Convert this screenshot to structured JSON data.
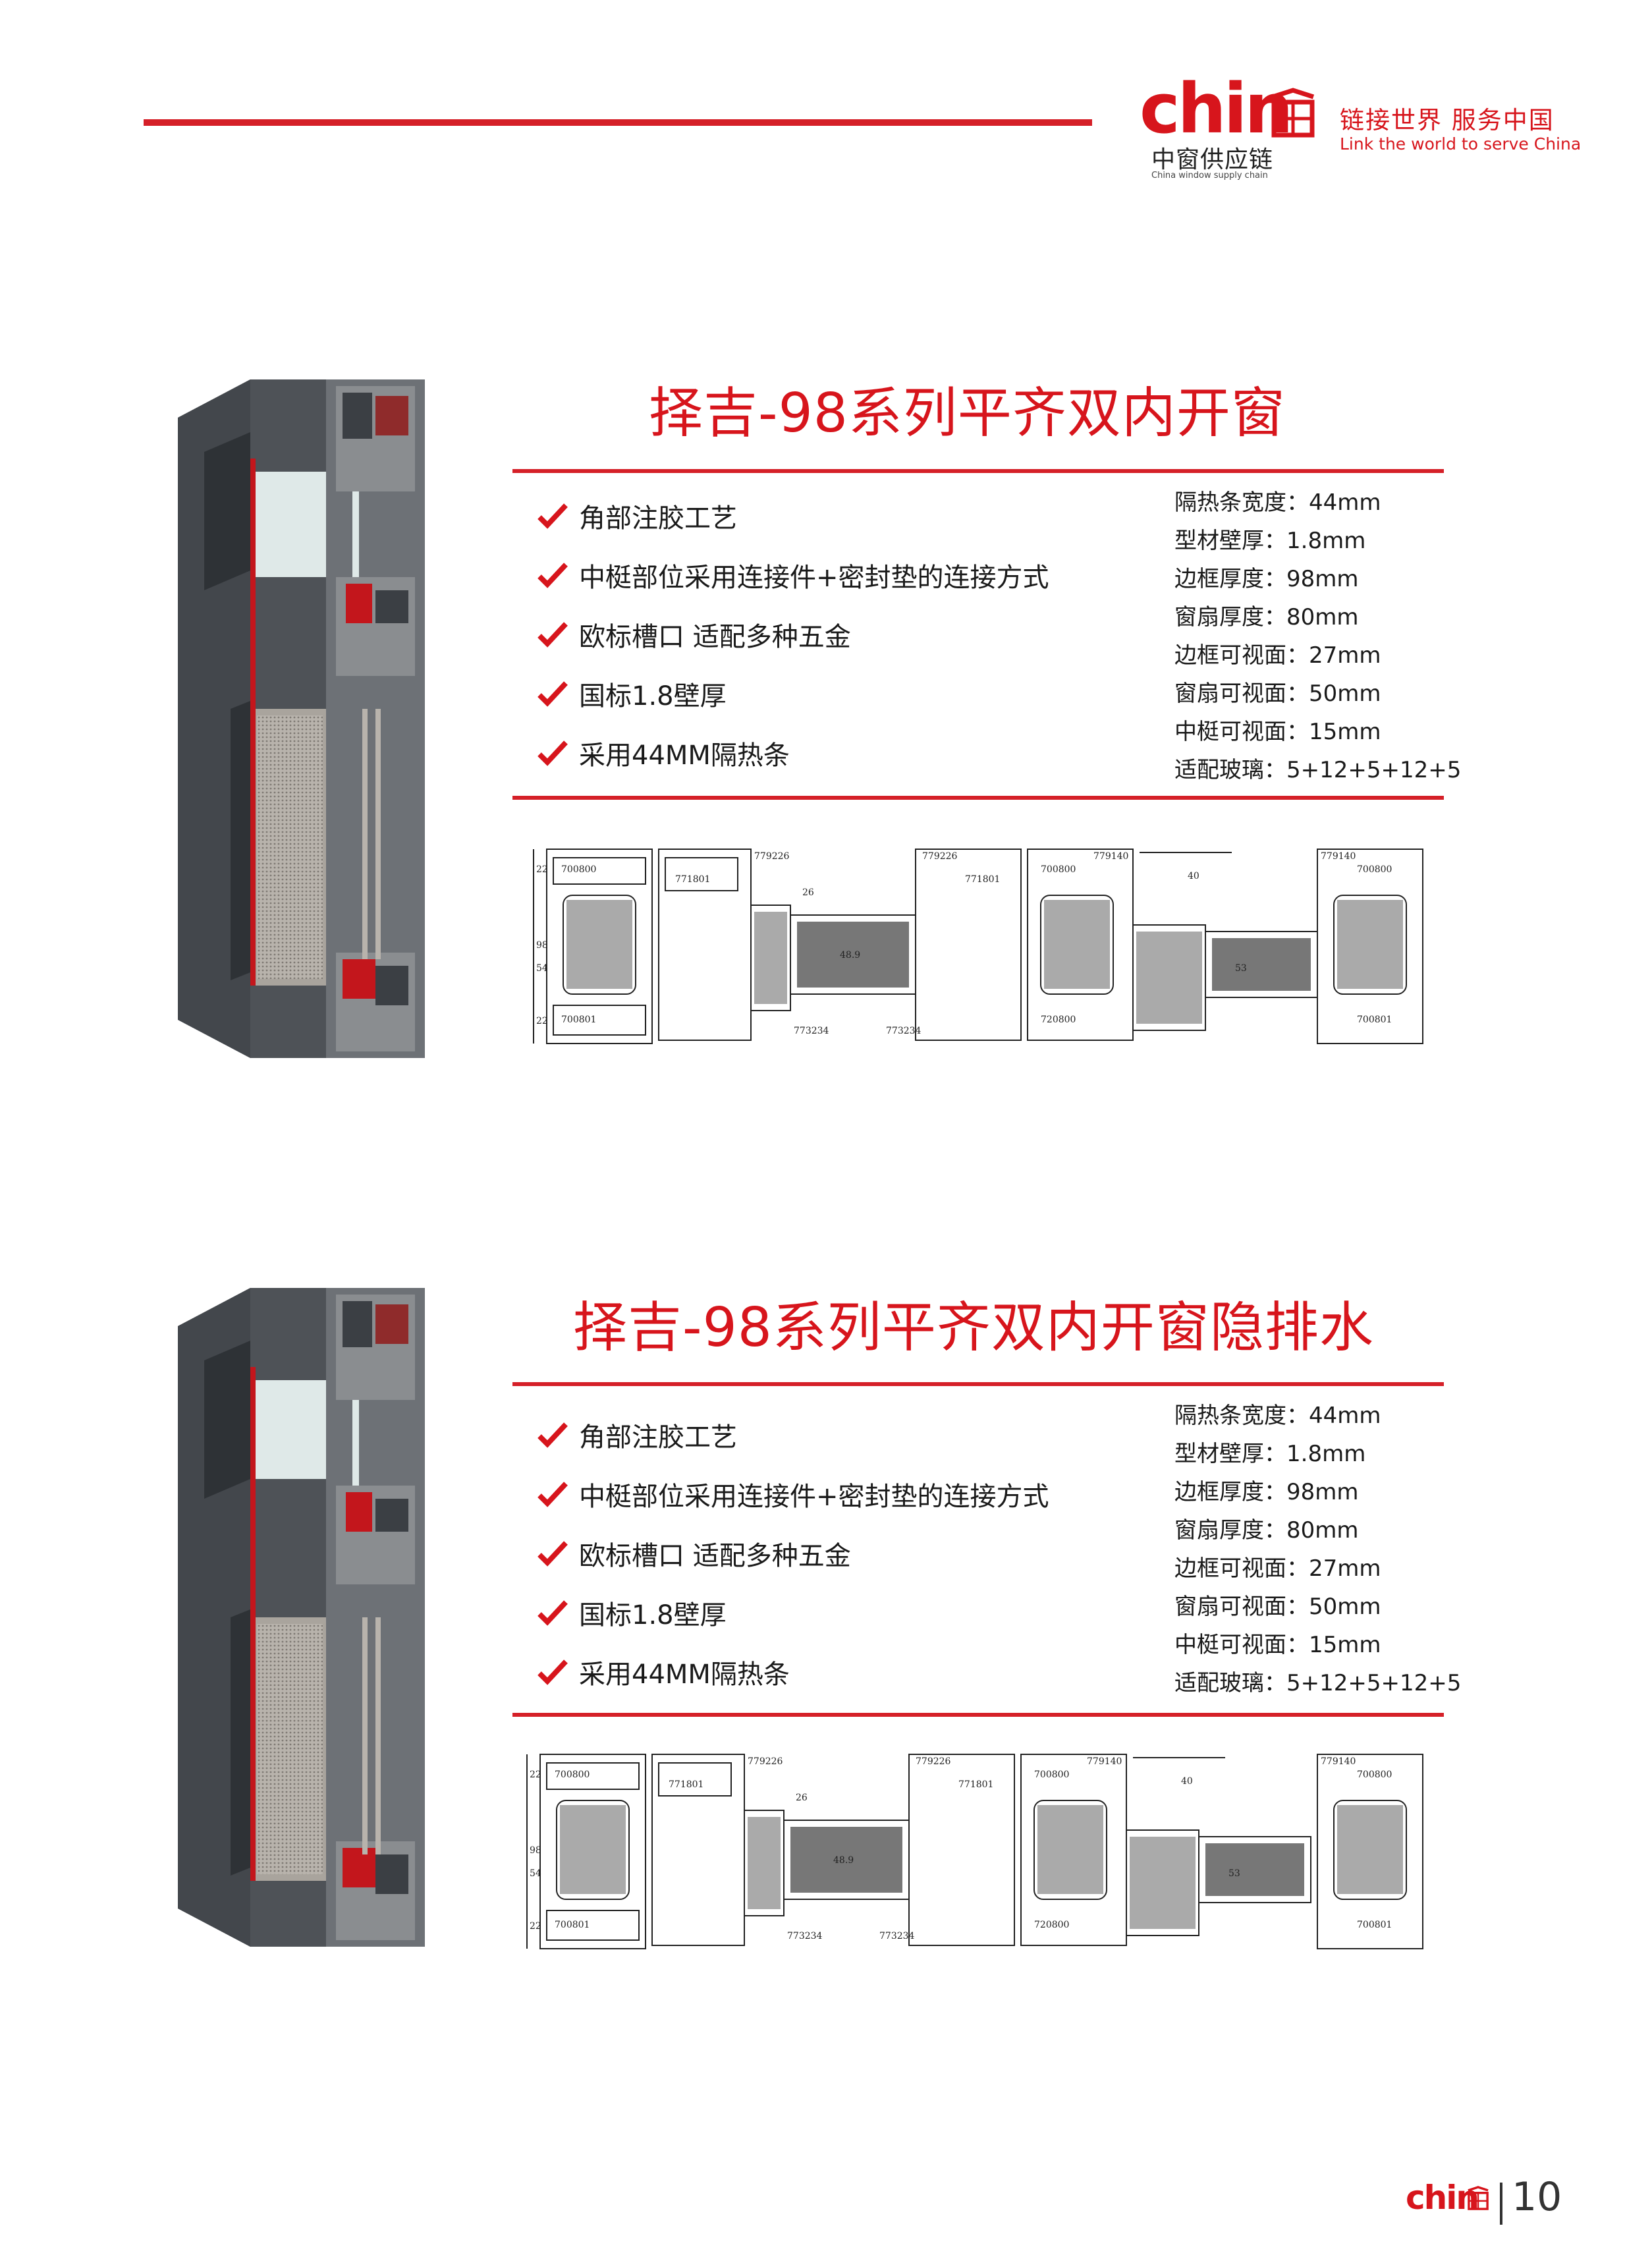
{
  "header": {
    "logo_word": "chin",
    "logo_cn": "中窗供应链",
    "logo_en": "China window supply chain",
    "slogan_cn": "链接世界 服务中国",
    "slogan_en": "Link the world to serve China"
  },
  "sections": [
    {
      "title": "择吉-98系列平齐双内开窗",
      "features": [
        "角部注胶工艺",
        "中梃部位采用连接件+密封垫的连接方式",
        "欧标槽口 适配多种五金",
        "国标1.8壁厚",
        "采用44MM隔热条"
      ],
      "specs": [
        "隔热条宽度：44mm",
        "型材壁厚：1.8mm",
        "边框厚度：98mm",
        "窗扇厚度：80mm",
        "边框可视面：27mm",
        "窗扇可视面：50mm",
        "中梃可视面：15mm",
        "适配玻璃：5+12+5+12+5"
      ],
      "drawing_labels": [
        "700800",
        "771801",
        "779226",
        "779226",
        "771801",
        "700800",
        "779140",
        "779140",
        "700800",
        "700801",
        "773234",
        "773234",
        "720800",
        "700801",
        "98",
        "54",
        "22",
        "22",
        "26",
        "40",
        "48.9",
        "53"
      ]
    },
    {
      "title": "择吉-98系列平齐双内开窗隐排水",
      "features": [
        "角部注胶工艺",
        "中梃部位采用连接件+密封垫的连接方式",
        "欧标槽口 适配多种五金",
        "国标1.8壁厚",
        "采用44MM隔热条"
      ],
      "specs": [
        "隔热条宽度：44mm",
        "型材壁厚：1.8mm",
        "边框厚度：98mm",
        "窗扇厚度：80mm",
        "边框可视面：27mm",
        "窗扇可视面：50mm",
        "中梃可视面：15mm",
        "适配玻璃：5+12+5+12+5"
      ],
      "drawing_labels": [
        "700800",
        "771801",
        "779226",
        "779226",
        "771801",
        "700800",
        "779140",
        "779140",
        "700800",
        "700801",
        "773234",
        "773234",
        "720800",
        "700801",
        "98",
        "54",
        "22",
        "22",
        "26",
        "40",
        "48.9",
        "53"
      ]
    }
  ],
  "footer": {
    "logo_word": "chin",
    "page_number": "10"
  },
  "colors": {
    "brand_red": "#d7151c",
    "rule_red": "#d52028",
    "profile_gray": "#4e5257"
  }
}
